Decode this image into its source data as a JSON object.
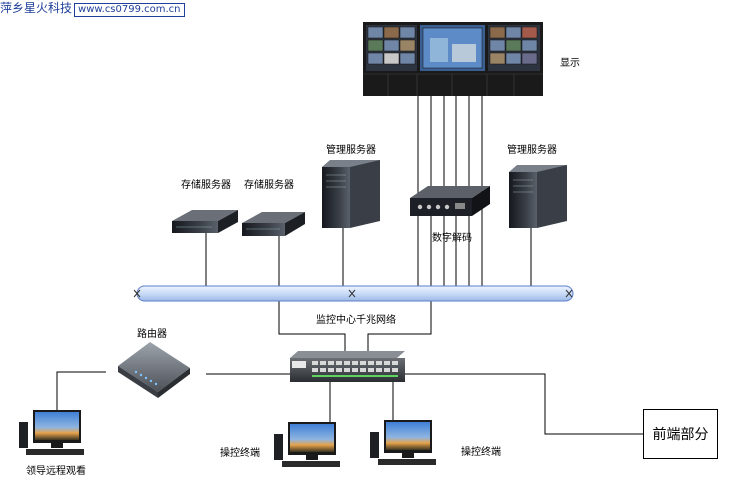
{
  "watermark": {
    "site_name": "萍乡星火科技",
    "url": "www.cs0799.com.cn"
  },
  "labels": {
    "display": "显示",
    "mgmt_server_left": "管理服务器",
    "mgmt_server_right": "管理服务器",
    "storage_server_1": "存储服务器",
    "storage_server_2": "存储服务器",
    "digital_decoder": "数字解码",
    "network": "监控中心千兆网络",
    "router": "路由器",
    "leader_remote_view": "领导远程观看",
    "operator_terminal_1": "操控终端",
    "operator_terminal_2": "操控终端",
    "frontend": "前端部分"
  },
  "colors": {
    "watermark": "#1f3f9a",
    "line": "#000000",
    "bus_fill": "#d9e6fb",
    "bus_stroke": "#5b7fc8",
    "device_dark": "#2b2f36",
    "screen_frame": "#1a1a1a"
  }
}
